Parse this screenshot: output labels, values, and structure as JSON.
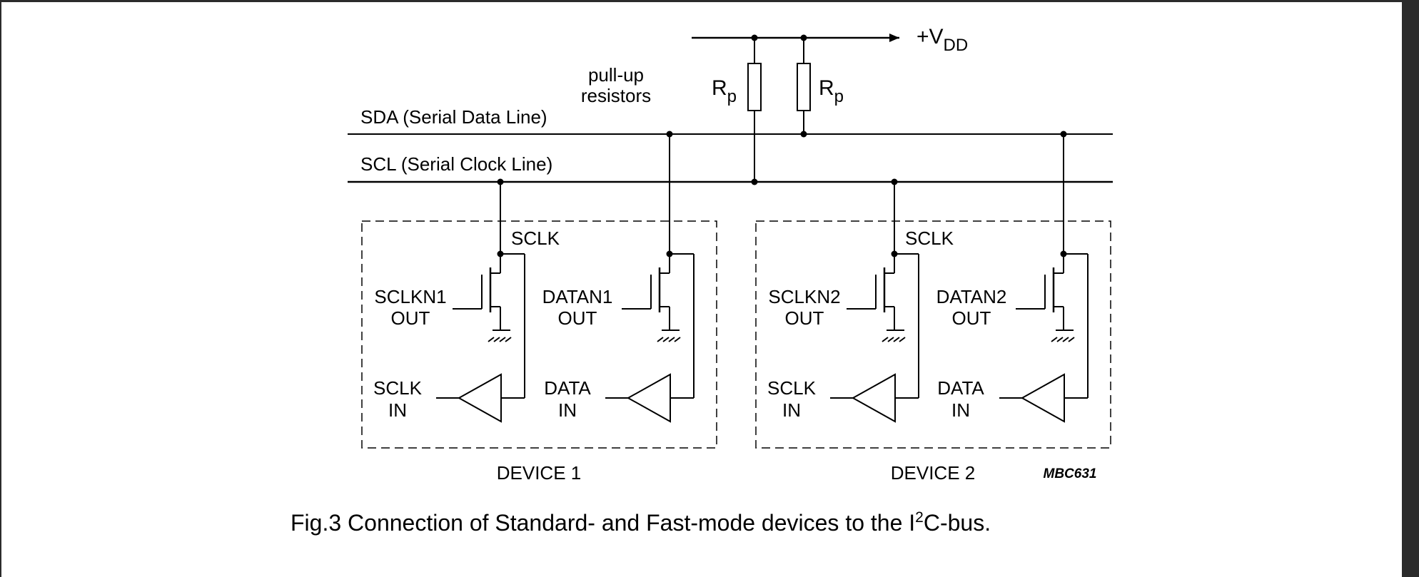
{
  "supply": {
    "label": "+V",
    "subscript": "DD"
  },
  "pullup": {
    "line1": "pull-up",
    "line2": "resistors",
    "resistor_label": "R",
    "resistor_sub": "p"
  },
  "bus": {
    "sda": "SDA (Serial Data Line)",
    "scl": "SCL (Serial Clock Line)"
  },
  "devices": [
    {
      "name": "DEVICE 1",
      "sclk_node": "SCLK",
      "clock_out": [
        "SCLKN1",
        "OUT"
      ],
      "data_out": [
        "DATAN1",
        "OUT"
      ],
      "clock_in": [
        "SCLK",
        "IN"
      ],
      "data_in": [
        "DATA",
        "IN"
      ]
    },
    {
      "name": "DEVICE 2",
      "sclk_node": "SCLK",
      "clock_out": [
        "SCLKN2",
        "OUT"
      ],
      "data_out": [
        "DATAN2",
        "OUT"
      ],
      "clock_in": [
        "SCLK",
        "IN"
      ],
      "data_in": [
        "DATA",
        "IN"
      ]
    }
  ],
  "figure_code": "MBC631",
  "caption": {
    "prefix": "Fig.3  Connection of Standard- and Fast-mode devices to the I",
    "sup": "2",
    "suffix": "C-bus."
  }
}
